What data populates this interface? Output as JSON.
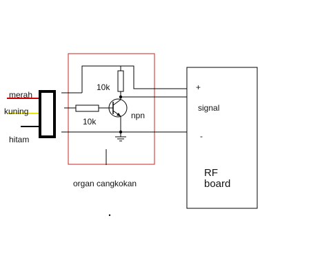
{
  "wires": {
    "merah": "merah",
    "kuning": "kuning",
    "hitam": "hitam"
  },
  "components": {
    "resistor_top": "10k",
    "resistor_base": "10k",
    "transistor": "npn"
  },
  "rf_board": {
    "plus": "+",
    "signal": "signal",
    "minus": "-",
    "line1": "RF",
    "line2": "board"
  },
  "caption": "organ cangkokan",
  "colors": {
    "wire_red": "#cc0000",
    "wire_yellow": "#e8e800",
    "wire_black": "#000000",
    "module_border": "#cc2222",
    "line": "#000000"
  }
}
